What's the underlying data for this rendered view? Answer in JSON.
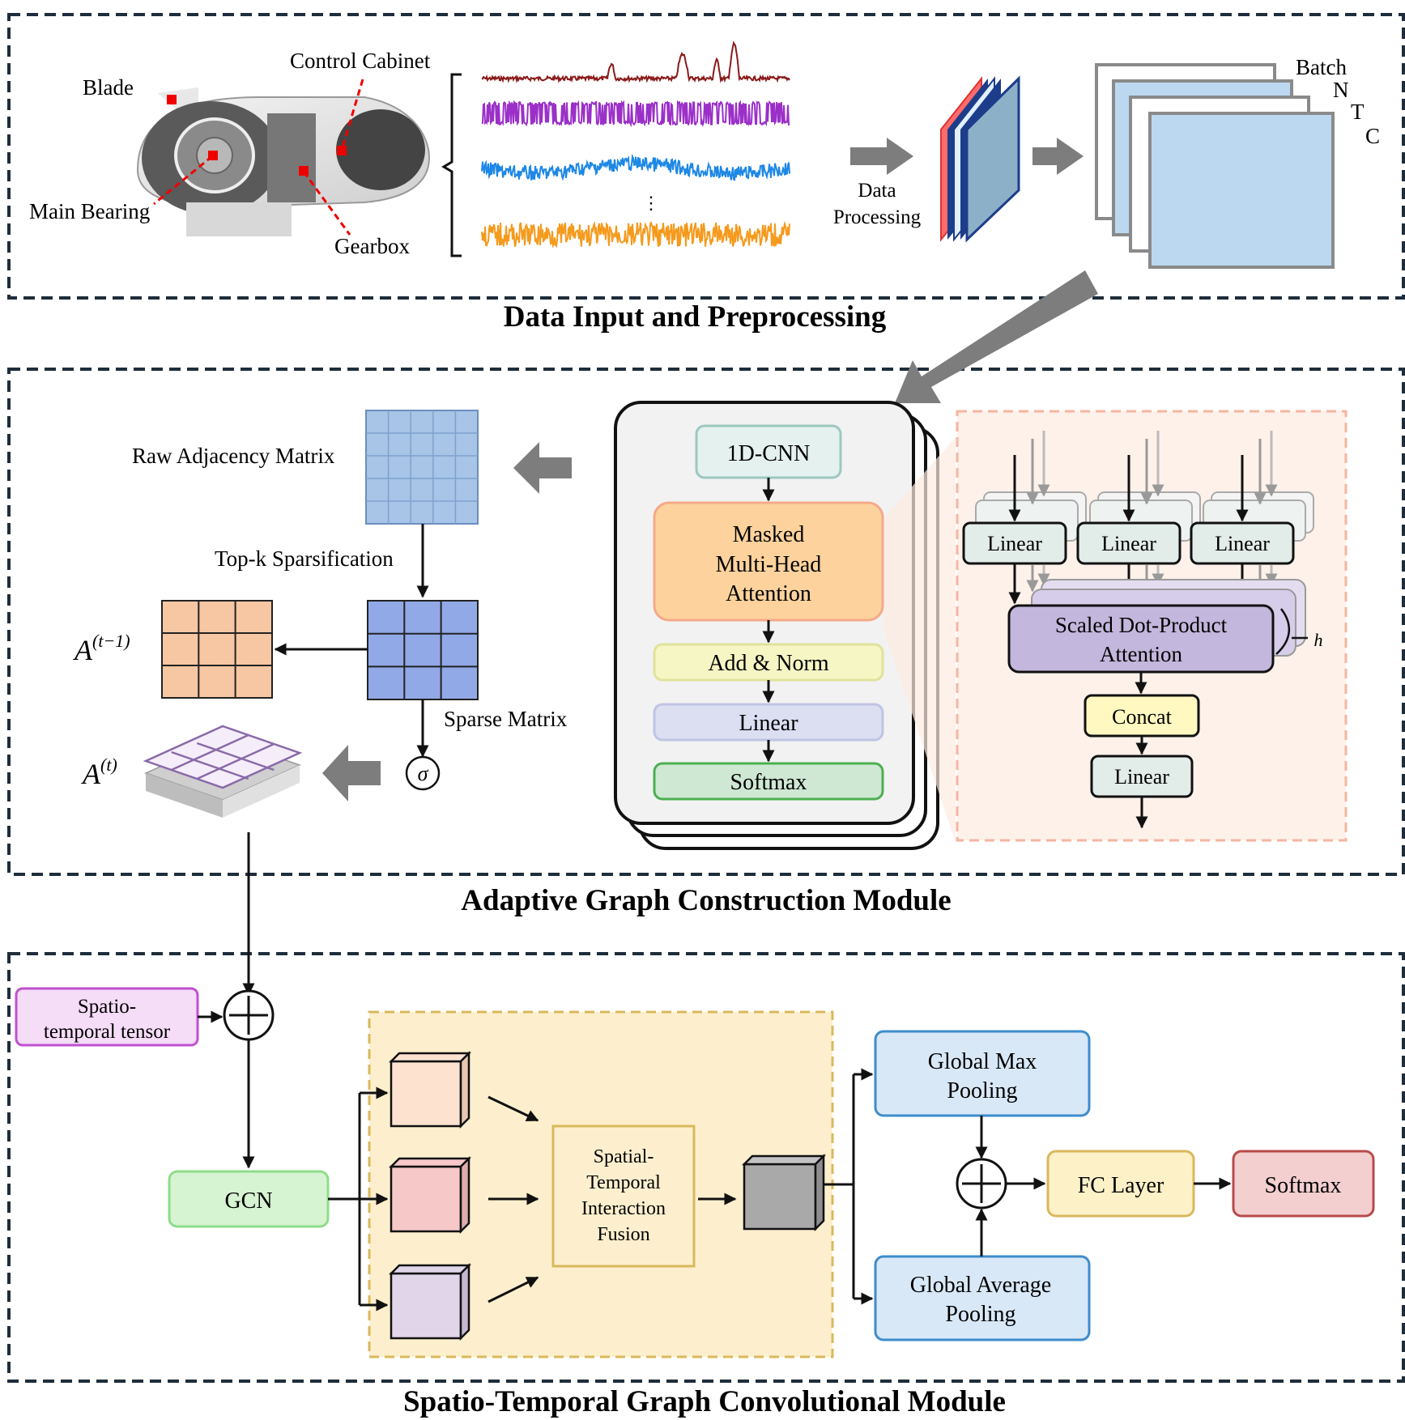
{
  "sections": {
    "data_input": "Data Input and Preprocessing",
    "adaptive_graph": "Adaptive Graph Construction Module",
    "st_gcn": "Spatio-Temporal Graph Convolutional Module"
  },
  "turbine": {
    "blade": "Blade",
    "control_cabinet": "Control Cabinet",
    "main_bearing": "Main Bearing",
    "gearbox": "Gearbox"
  },
  "preprocess": {
    "step_line1": "Data",
    "step_line2": "Processing",
    "dims": {
      "batch": "Batch",
      "n": "N",
      "t": "T",
      "c": "C"
    },
    "signal_colors": [
      "#8b1a1a",
      "#9b30c8",
      "#1e88e5",
      "#f59a1d"
    ],
    "ellipsis": "⋮"
  },
  "adaptive": {
    "raw_adjacency": "Raw Adjacency Matrix",
    "topk": "Top-k Sparsification",
    "sparse": "Sparse Matrix",
    "a_prev_base": "A",
    "a_prev_sup": "(t−1)",
    "a_t_base": "A",
    "a_t_sup": "(t)",
    "sigma": "σ",
    "encoder": {
      "cnn": "1D-CNN",
      "mha_l1": "Masked",
      "mha_l2": "Multi-Head",
      "mha_l3": "Attention",
      "add_norm": "Add & Norm",
      "linear": "Linear",
      "softmax": "Softmax"
    },
    "attention": {
      "linear": "Linear",
      "sdpa_l1": "Scaled Dot-Product",
      "sdpa_l2": "Attention",
      "h": "h",
      "concat": "Concat",
      "linear_out": "Linear"
    }
  },
  "stgcn": {
    "tensor_l1": "Spatio-",
    "tensor_l2": "temporal tensor",
    "gcn": "GCN",
    "fusion_l1": "Spatial-",
    "fusion_l2": "Temporal",
    "fusion_l3": "Interaction",
    "fusion_l4": "Fusion",
    "gmp_l1": "Global Max",
    "gmp_l2": "Pooling",
    "gap_l1": "Global Average",
    "gap_l2": "Pooling",
    "fc": "FC Layer",
    "softmax": "Softmax"
  }
}
